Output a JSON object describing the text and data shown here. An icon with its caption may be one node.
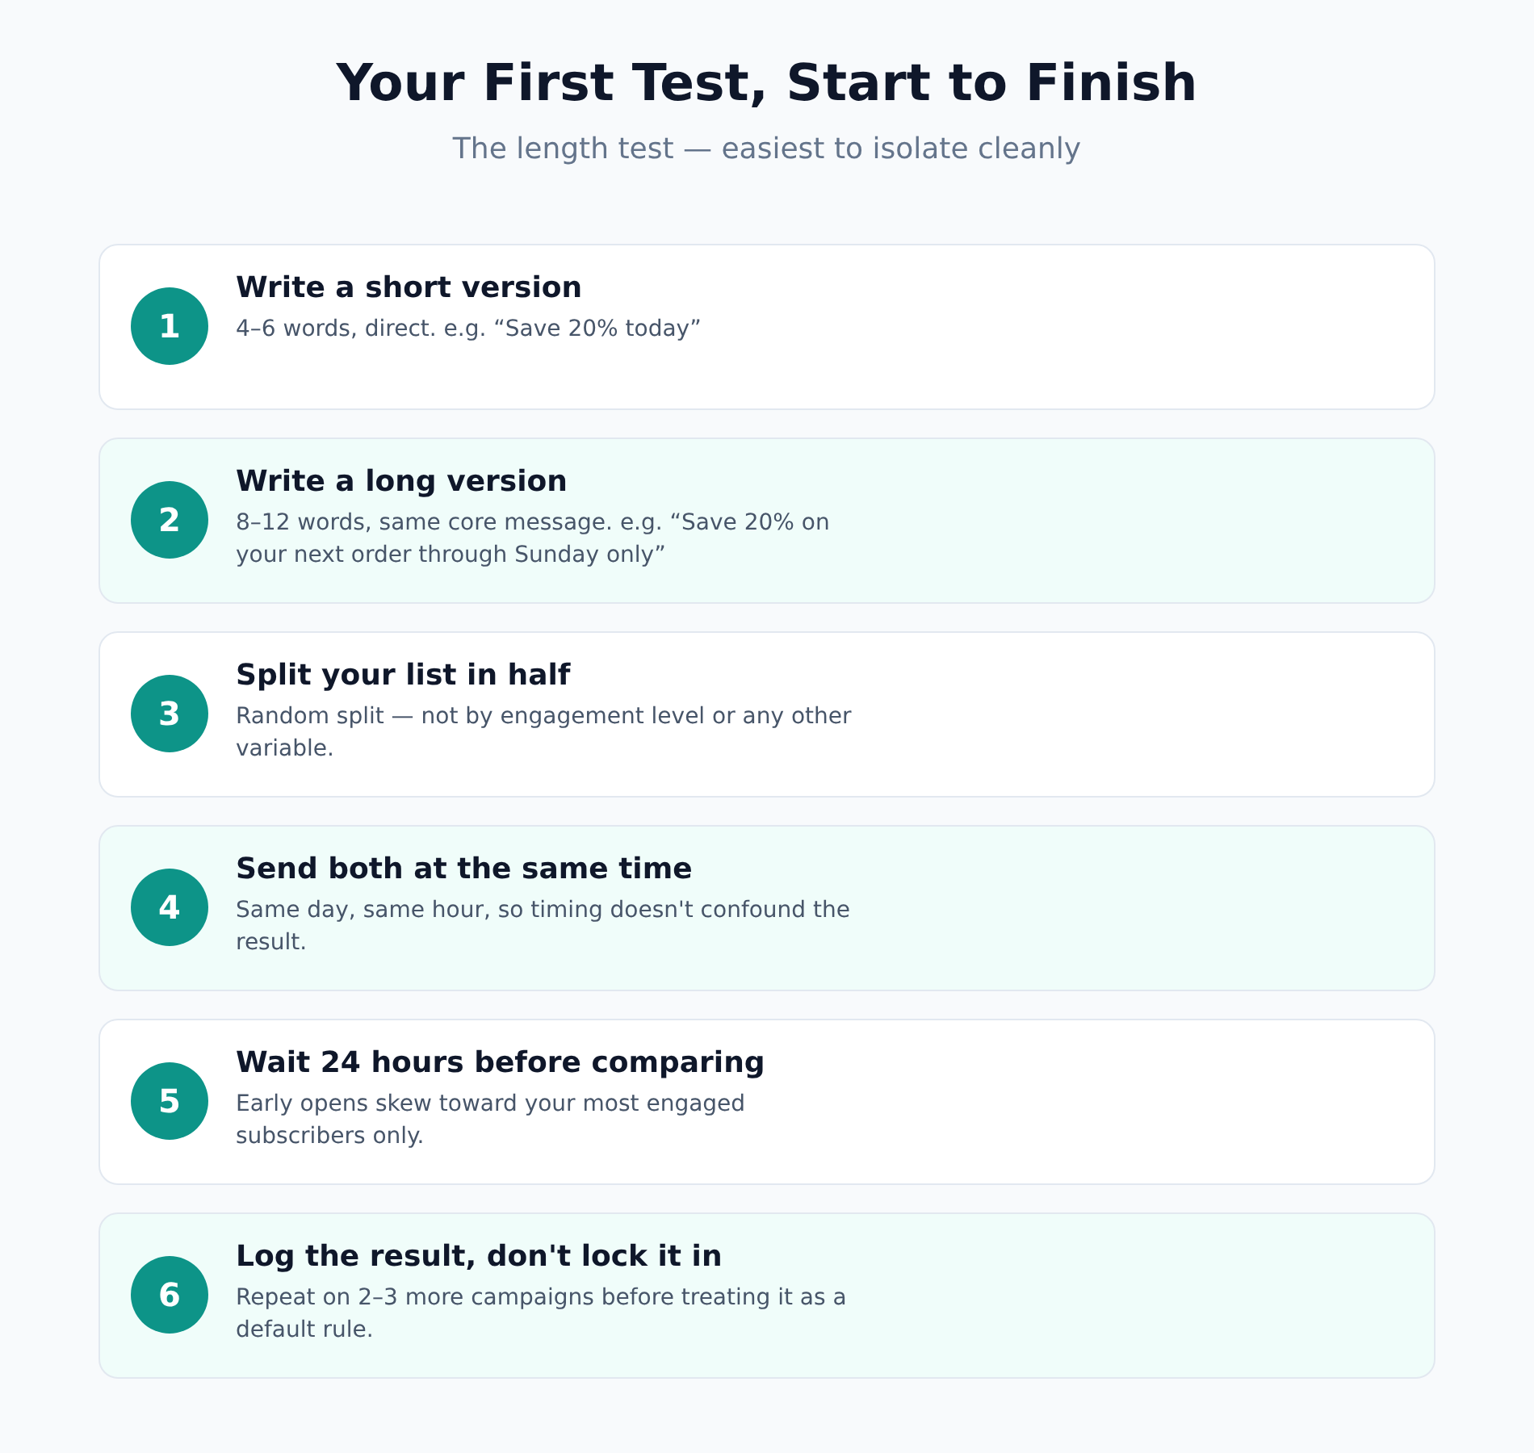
{
  "diagram": {
    "title": "Your First Test, Start to Finish",
    "nodes": [
      {
        "text": [
          "Write a short version",
          "4–6 words, direct. e.g. “Save 20% today”"
        ]
      },
      {
        "text": [
          "1"
        ],
        "in": 0
      },
      {
        "text": [
          "Write a long version",
          "8–12 words, same core message. e.g. “Save 20% on your next order through Sunday only”"
        ]
      },
      {
        "text": [
          "2"
        ],
        "in": 2
      },
      {
        "text": [
          "Split your list in half",
          "Random split — not by engagement level or any other variable."
        ]
      },
      {
        "text": [
          "3"
        ],
        "in": 4
      },
      {
        "text": [
          "Send both at the same time",
          "Same day, same hour, so timing doesn't confound the result."
        ]
      },
      {
        "text": [
          "4"
        ],
        "in": 6
      },
      {
        "text": [
          "Wait 24 hours before comparing",
          "Early opens skew toward your most engaged subscribers only."
        ]
      },
      {
        "text": [
          "5"
        ],
        "in": 8
      },
      {
        "text": [
          "Log the result, don't lock it in",
          "Repeat on 2–3 more campaigns before treating it as a default rule."
        ]
      },
      {
        "text": [
          "6"
        ],
        "in": 10
      }
    ],
    "labels": [
      "The length test — easiest to isolate cleanly"
    ]
  }
}
